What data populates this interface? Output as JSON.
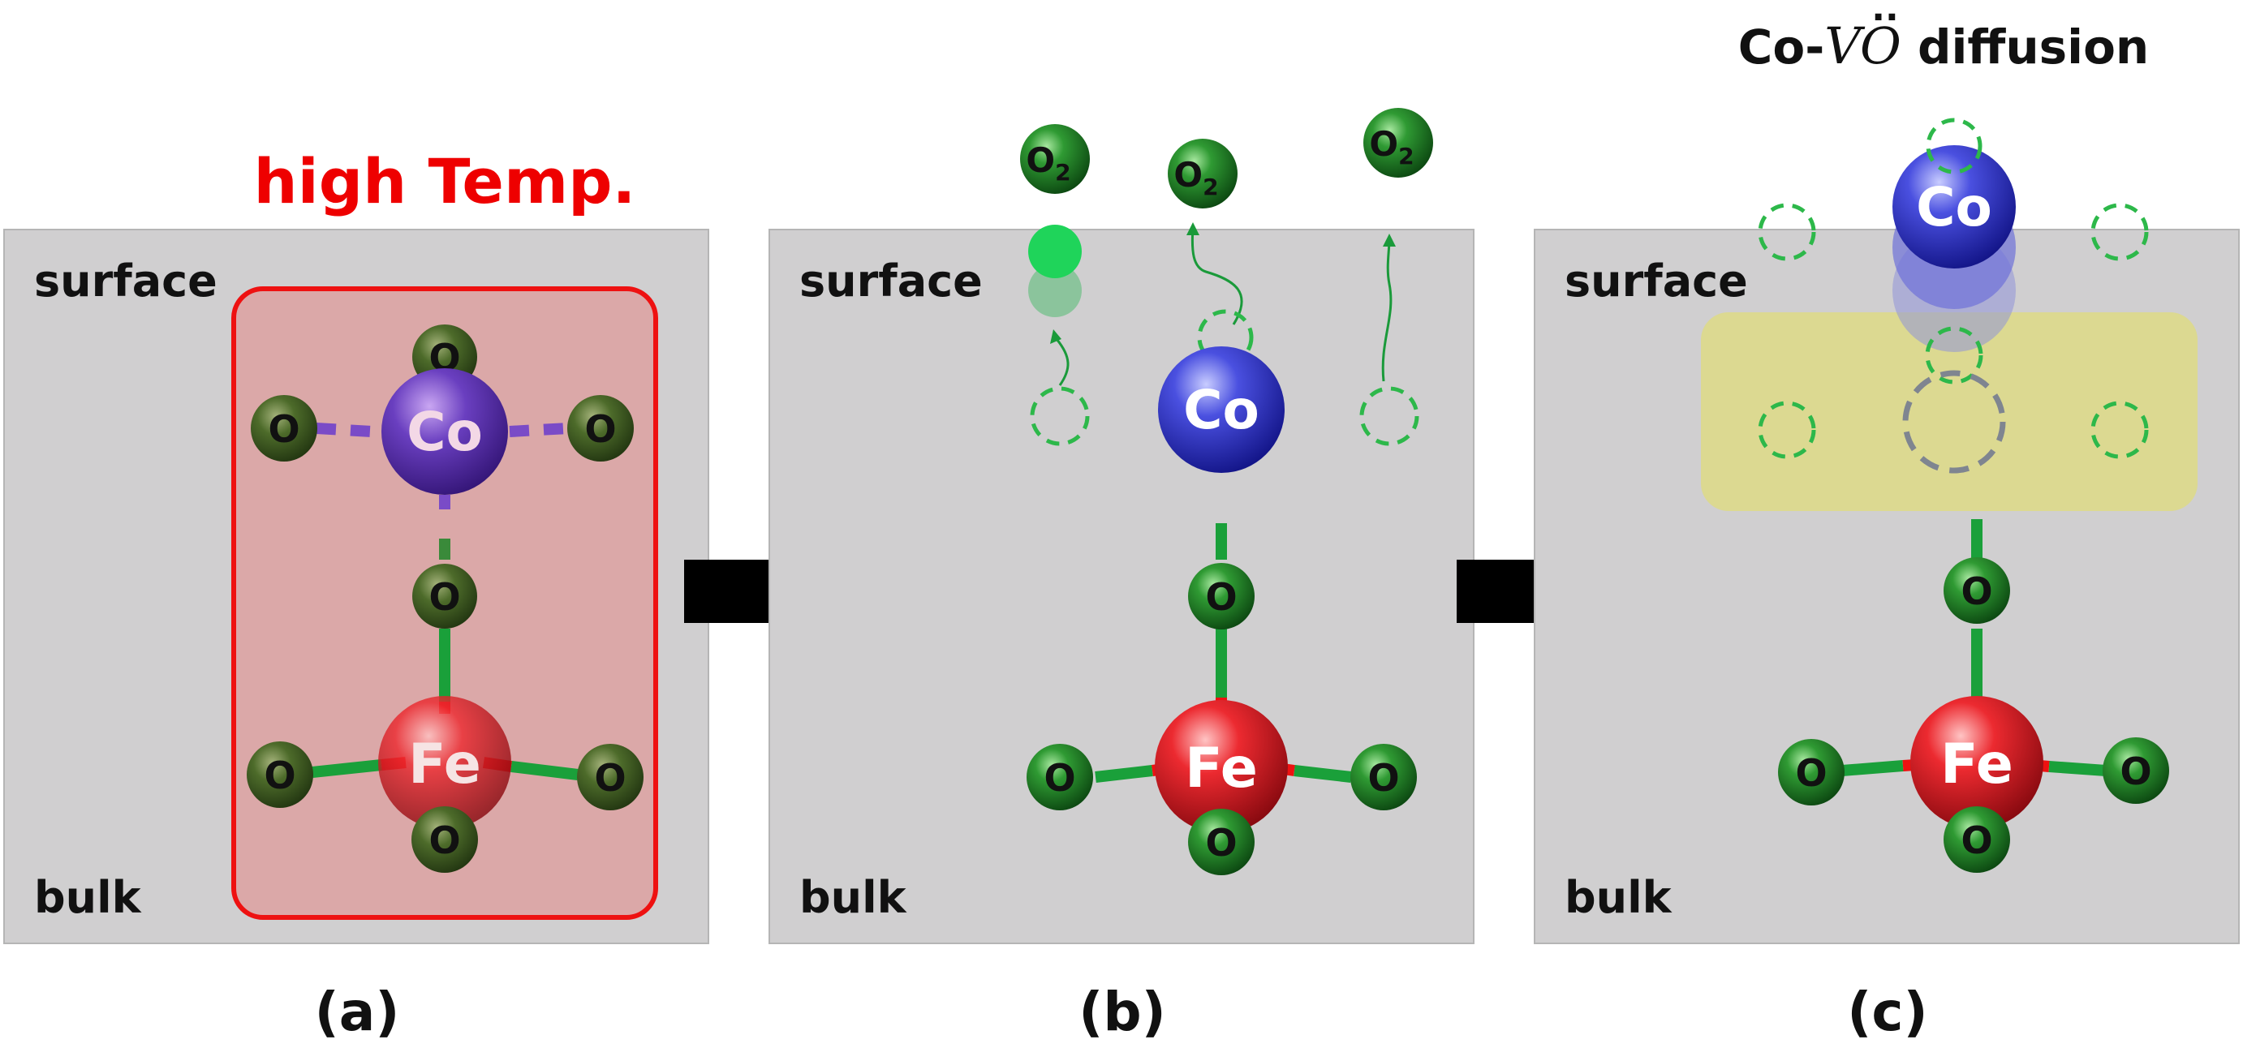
{
  "panels": [
    {
      "surface": "surface",
      "bulk": "bulk",
      "caption": "(a)",
      "heat_label": "high Temp."
    },
    {
      "surface": "surface",
      "bulk": "bulk",
      "caption": "(b)"
    },
    {
      "surface": "surface",
      "bulk": "bulk",
      "caption": "(c)",
      "title": {
        "prefix": "Co-",
        "italic": "VO",
        "suffix": " diffusion",
        "dots": "··"
      }
    }
  ],
  "atoms": {
    "oxygen": "O",
    "cobalt": "Co",
    "iron": "Fe",
    "o2_main": "O",
    "o2_sub": "2"
  },
  "colors": {
    "panel_bg": "#d0cfd0",
    "heat_fill": "#dba8a8",
    "heat_border": "#ee1111",
    "heat_text": "#ee0000",
    "oxygen": "#2e8b2e",
    "oxygen_dim": "#4f6e2c",
    "cobalt": "#3b3ccf",
    "cobalt_dim": "#6a3fb0",
    "iron": "#e0202a",
    "bond_green": "#1aa03a",
    "bond_red": "#ee1111",
    "vacancy": "#2db84a",
    "diffusion_zone": "#ddd98a",
    "arrow": "#000000"
  }
}
